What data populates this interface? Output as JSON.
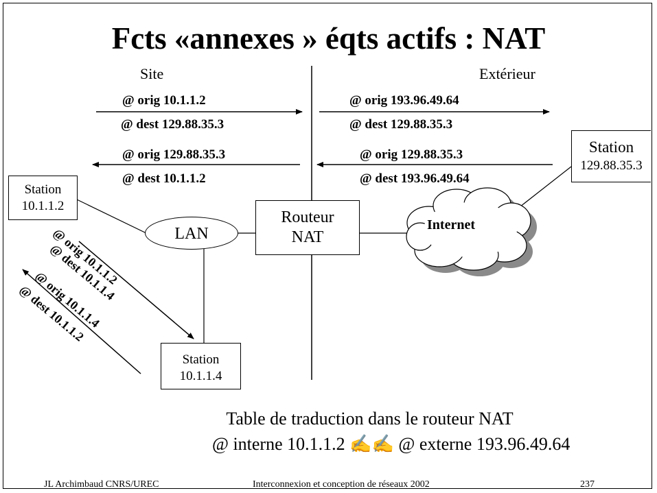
{
  "title": "Fcts «annexes » éqts actifs : NAT",
  "zones": {
    "site": "Site",
    "exterieur": "Extérieur"
  },
  "packets": {
    "site_out": {
      "orig": "@ orig 10.1.1.2",
      "dest": "@ dest 129.88.35.3"
    },
    "ext_out": {
      "orig": "@ orig 193.96.49.64",
      "dest": "@ dest 129.88.35.3"
    },
    "site_in": {
      "orig": "@ orig 129.88.35.3",
      "dest": "@ dest 10.1.1.2"
    },
    "ext_in": {
      "orig": "@ orig 129.88.35.3",
      "dest": "@ dest 193.96.49.64"
    },
    "lan_to_4": {
      "orig": "@ orig 10.1.1.2",
      "dest": "@ dest 10.1.1.4"
    },
    "lan_to_2": {
      "orig": "@ orig 10.1.1.4",
      "dest": "@ dest 10.1.1.2"
    }
  },
  "nodes": {
    "station_a": {
      "name": "Station",
      "ip": "10.1.1.2"
    },
    "station_b": {
      "name": "Station",
      "ip": "10.1.1.4"
    },
    "station_ext": {
      "name": "Station",
      "ip": "129.88.35.3"
    },
    "lan": "LAN",
    "router": {
      "line1": "Routeur",
      "line2": "NAT"
    },
    "internet": "Internet"
  },
  "table": {
    "line1": "Table de traduction dans le routeur NAT",
    "line2": "@ interne 10.1.1.2 ✍✍ @ externe 193.96.49.64"
  },
  "footer": {
    "author": "JL Archimbaud CNRS/UREC",
    "course": "Interconnexion et conception de réseaux 2002",
    "page": "237"
  }
}
